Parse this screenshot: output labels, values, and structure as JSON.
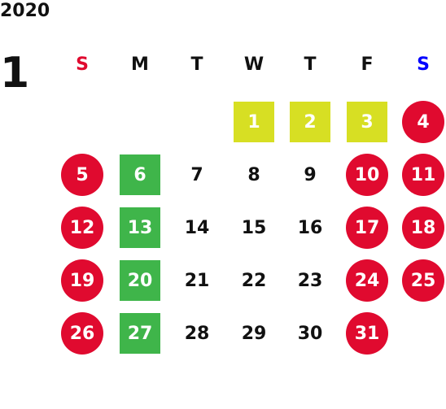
{
  "year": "2020",
  "month": "1",
  "colors": {
    "red": "#e00a2f",
    "green": "#3fb54a",
    "yellow": "#d7df23",
    "blue": "#0000ff",
    "black": "#111111",
    "white": "#ffffff"
  },
  "weekdays": [
    {
      "label": "S",
      "color": "#e00a2f"
    },
    {
      "label": "M",
      "color": "#111111"
    },
    {
      "label": "T",
      "color": "#111111"
    },
    {
      "label": "W",
      "color": "#111111"
    },
    {
      "label": "T",
      "color": "#111111"
    },
    {
      "label": "F",
      "color": "#111111"
    },
    {
      "label": "S",
      "color": "#0000ff"
    }
  ],
  "days": [
    {
      "label": "1",
      "row": 0,
      "col": 3,
      "marker": "square",
      "fill": "#d7df23",
      "text": "#ffffff"
    },
    {
      "label": "2",
      "row": 0,
      "col": 4,
      "marker": "square",
      "fill": "#d7df23",
      "text": "#ffffff"
    },
    {
      "label": "3",
      "row": 0,
      "col": 5,
      "marker": "square",
      "fill": "#d7df23",
      "text": "#ffffff"
    },
    {
      "label": "4",
      "row": 0,
      "col": 6,
      "marker": "circle",
      "fill": "#e00a2f",
      "text": "#ffffff"
    },
    {
      "label": "5",
      "row": 1,
      "col": 0,
      "marker": "circle",
      "fill": "#e00a2f",
      "text": "#ffffff"
    },
    {
      "label": "6",
      "row": 1,
      "col": 1,
      "marker": "square",
      "fill": "#3fb54a",
      "text": "#ffffff"
    },
    {
      "label": "7",
      "row": 1,
      "col": 2,
      "marker": "none",
      "fill": "",
      "text": "#111111"
    },
    {
      "label": "8",
      "row": 1,
      "col": 3,
      "marker": "none",
      "fill": "",
      "text": "#111111"
    },
    {
      "label": "9",
      "row": 1,
      "col": 4,
      "marker": "none",
      "fill": "",
      "text": "#111111"
    },
    {
      "label": "10",
      "row": 1,
      "col": 5,
      "marker": "circle",
      "fill": "#e00a2f",
      "text": "#ffffff"
    },
    {
      "label": "11",
      "row": 1,
      "col": 6,
      "marker": "circle",
      "fill": "#e00a2f",
      "text": "#ffffff"
    },
    {
      "label": "12",
      "row": 2,
      "col": 0,
      "marker": "circle",
      "fill": "#e00a2f",
      "text": "#ffffff"
    },
    {
      "label": "13",
      "row": 2,
      "col": 1,
      "marker": "square",
      "fill": "#3fb54a",
      "text": "#ffffff"
    },
    {
      "label": "14",
      "row": 2,
      "col": 2,
      "marker": "none",
      "fill": "",
      "text": "#111111"
    },
    {
      "label": "15",
      "row": 2,
      "col": 3,
      "marker": "none",
      "fill": "",
      "text": "#111111"
    },
    {
      "label": "16",
      "row": 2,
      "col": 4,
      "marker": "none",
      "fill": "",
      "text": "#111111"
    },
    {
      "label": "17",
      "row": 2,
      "col": 5,
      "marker": "circle",
      "fill": "#e00a2f",
      "text": "#ffffff"
    },
    {
      "label": "18",
      "row": 2,
      "col": 6,
      "marker": "circle",
      "fill": "#e00a2f",
      "text": "#ffffff"
    },
    {
      "label": "19",
      "row": 3,
      "col": 0,
      "marker": "circle",
      "fill": "#e00a2f",
      "text": "#ffffff"
    },
    {
      "label": "20",
      "row": 3,
      "col": 1,
      "marker": "square",
      "fill": "#3fb54a",
      "text": "#ffffff"
    },
    {
      "label": "21",
      "row": 3,
      "col": 2,
      "marker": "none",
      "fill": "",
      "text": "#111111"
    },
    {
      "label": "22",
      "row": 3,
      "col": 3,
      "marker": "none",
      "fill": "",
      "text": "#111111"
    },
    {
      "label": "23",
      "row": 3,
      "col": 4,
      "marker": "none",
      "fill": "",
      "text": "#111111"
    },
    {
      "label": "24",
      "row": 3,
      "col": 5,
      "marker": "circle",
      "fill": "#e00a2f",
      "text": "#ffffff"
    },
    {
      "label": "25",
      "row": 3,
      "col": 6,
      "marker": "circle",
      "fill": "#e00a2f",
      "text": "#ffffff"
    },
    {
      "label": "26",
      "row": 4,
      "col": 0,
      "marker": "circle",
      "fill": "#e00a2f",
      "text": "#ffffff"
    },
    {
      "label": "27",
      "row": 4,
      "col": 1,
      "marker": "square",
      "fill": "#3fb54a",
      "text": "#ffffff"
    },
    {
      "label": "28",
      "row": 4,
      "col": 2,
      "marker": "none",
      "fill": "",
      "text": "#111111"
    },
    {
      "label": "29",
      "row": 4,
      "col": 3,
      "marker": "none",
      "fill": "",
      "text": "#111111"
    },
    {
      "label": "30",
      "row": 4,
      "col": 4,
      "marker": "none",
      "fill": "",
      "text": "#111111"
    },
    {
      "label": "31",
      "row": 4,
      "col": 5,
      "marker": "circle",
      "fill": "#e00a2f",
      "text": "#ffffff"
    }
  ]
}
